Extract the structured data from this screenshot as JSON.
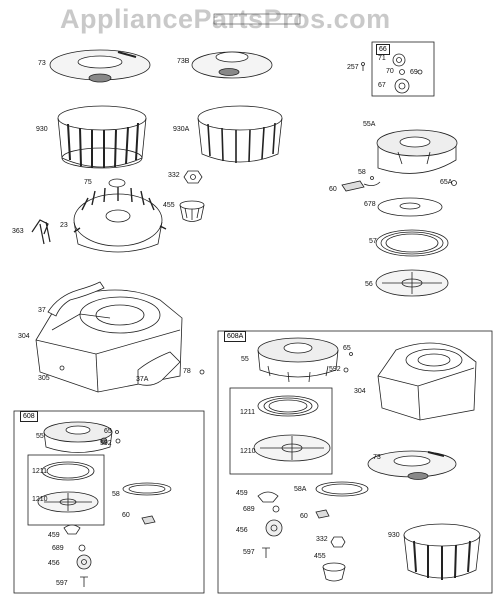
{
  "watermark": "AppliancePartsPros.com",
  "parts": {
    "p73": "73",
    "p73b": "73B",
    "p257": "257",
    "p66": "66",
    "p71": "71",
    "p70": "70",
    "p69": "69",
    "p67": "67",
    "p930": "930",
    "p930a": "930A",
    "p55a": "55A",
    "p75": "75",
    "p332": "332",
    "p455": "455",
    "p363": "363",
    "p23": "23",
    "p58": "58",
    "p60": "60",
    "p65a": "65A",
    "p678": "678",
    "p57": "57",
    "p56": "56",
    "p37": "37",
    "p304": "304",
    "p305": "305",
    "p37a": "37A",
    "p78": "78",
    "box608": "608",
    "b1_55": "55",
    "b1_65": "65",
    "b1_592": "592",
    "b1_1211": "1211",
    "b1_1210": "1210",
    "b1_58": "58",
    "b1_60": "60",
    "b1_459": "459",
    "b1_689": "689",
    "b1_456": "456",
    "b1_597": "597",
    "box608a": "608A",
    "b2_55": "55",
    "b2_65": "65",
    "b2_592": "592",
    "b2_304": "304",
    "b2_1211": "1211",
    "b2_1210": "1210",
    "b2_73": "73",
    "b2_459": "459",
    "b2_58a": "58A",
    "b2_689": "689",
    "b2_60": "60",
    "b2_456": "456",
    "b2_332": "332",
    "b2_930": "930",
    "b2_597": "597",
    "b2_455": "455"
  }
}
